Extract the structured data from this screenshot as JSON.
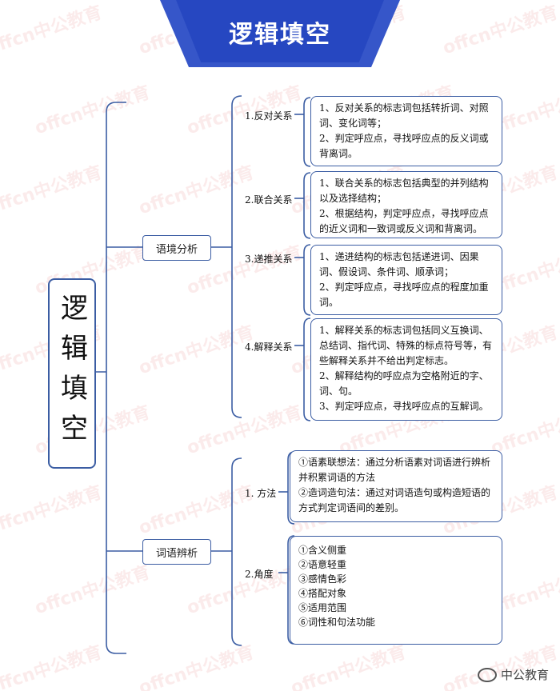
{
  "header": {
    "title": "逻辑填空"
  },
  "root": {
    "label": "逻辑填空"
  },
  "branches": [
    {
      "label": "语境分析",
      "children": [
        {
          "label": "1.反对关系",
          "lines": [
            "1、反对关系的标志词包括转折词、对照词、变化词等；",
            "2、判定呼应点，寻找呼应点的反义词或背离词。"
          ]
        },
        {
          "label": "2.联合关系",
          "lines": [
            "1、联合关系的标志包括典型的并列结构以及选择结构；",
            "2、根据结构，判定呼应点，寻找呼应点的近义词和一致词或反义词和背离词。"
          ]
        },
        {
          "label": "3.递推关系",
          "lines": [
            "1、递进结构的标志包括递进词、因果词、假设词、条件词、顺承词；",
            "2、判定呼应点，寻找呼应点的程度加重词。"
          ]
        },
        {
          "label": "4.解释关系",
          "lines": [
            "1、解释关系的标志词包括同义互换词、总结词、指代词、特殊的标点符号等，有些解释关系并不给出判定标志。",
            "2、解释结构的呼应点为空格附近的字、词、句。",
            "3、判定呼应点，寻找呼应点的互解词。"
          ]
        }
      ]
    },
    {
      "label": "词语辨析",
      "children": [
        {
          "label": "1. 方法",
          "lines": [
            "①语素联想法：通过分析语素对词语进行辨析并积累词语的方法",
            "②造词造句法：通过对词语造句或构造短语的方式判定词语间的差别。"
          ]
        },
        {
          "label": "2.角度",
          "lines": [
            "①含义侧重",
            "②语意轻重",
            "③感情色彩",
            "④搭配对象",
            "⑤适用范围",
            "⑥词性和句法功能"
          ]
        }
      ]
    }
  ],
  "watermark": {
    "text": "offcn中公教育"
  },
  "footer": {
    "text": "中公教育"
  }
}
